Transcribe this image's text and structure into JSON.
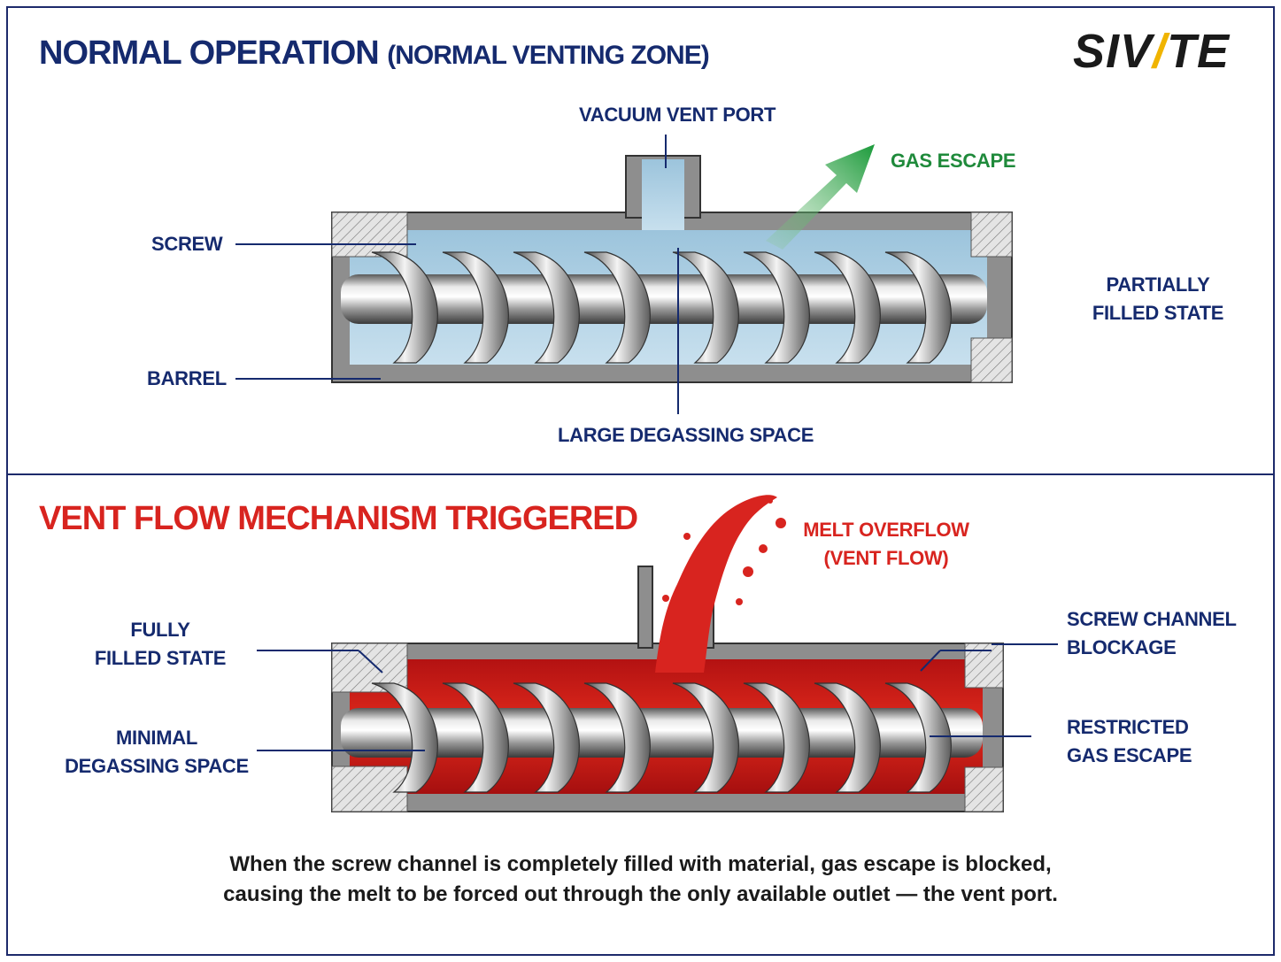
{
  "top_panel": {
    "title": "NORMAL OPERATION",
    "subtitle": "(NORMAL VENTING ZONE)",
    "labels": {
      "vacuum_vent_port": "VACUUM VENT PORT",
      "gas_escape": "GAS ESCAPE",
      "screw": "SCREW",
      "barrel": "BARREL",
      "partially_filled_line1": "PARTIALLY",
      "partially_filled_line2": "FILLED STATE",
      "large_degassing_space": "LARGE DEGASSING SPACE"
    }
  },
  "bottom_panel": {
    "title": "VENT FLOW MECHANISM TRIGGERED",
    "labels": {
      "melt_overflow_line1": "MELT OVERFLOW",
      "melt_overflow_line2": "(VENT FLOW)",
      "fully_filled_line1": "FULLY",
      "fully_filled_line2": "FILLED STATE",
      "screw_channel_blockage_line1": "SCREW CHANNEL",
      "screw_channel_blockage_line2": "BLOCKAGE",
      "minimal_degassing_line1": "MINIMAL",
      "minimal_degassing_line2": "DEGASSING SPACE",
      "restricted_gas_line1": "RESTRICTED",
      "restricted_gas_line2": "GAS ESCAPE"
    },
    "caption_line1": "When the screw channel is completely filled with material, gas escape is blocked,",
    "caption_line2": "causing the melt to be forced out through the only available outlet — the vent port."
  },
  "logo": {
    "part1": "SIV",
    "slash": "/",
    "part2": "TE"
  },
  "colors": {
    "navy": "#152a6e",
    "red": "#d8241f",
    "green": "#1f8a3b",
    "accent_yellow": "#f0b400"
  }
}
